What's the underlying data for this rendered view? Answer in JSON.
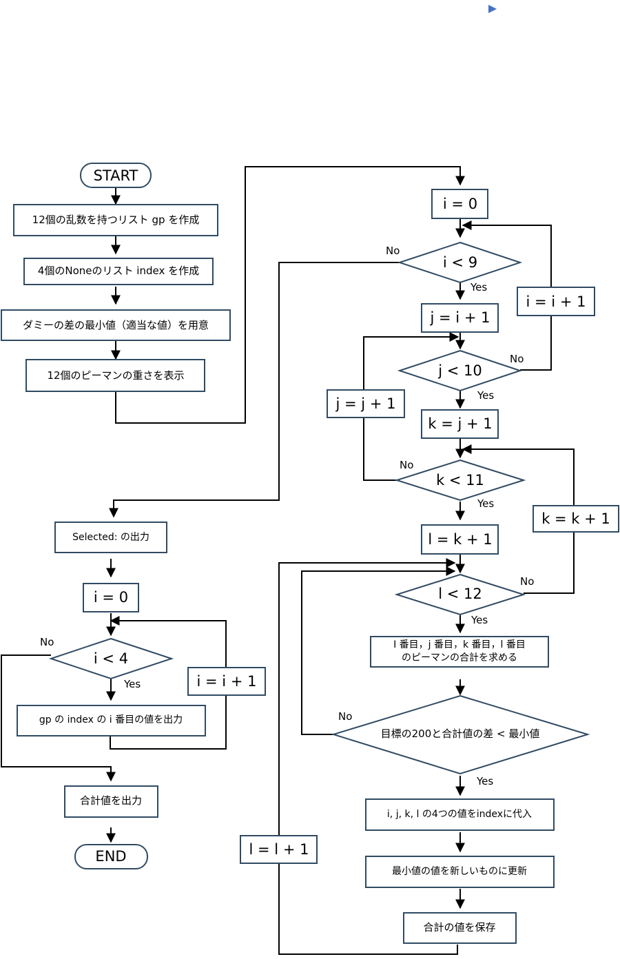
{
  "accent_color": "#4472c4",
  "box_border_color": "#2f4a62",
  "left": {
    "start": "START",
    "make_list": "12個の乱数を持つリスト gp を作成",
    "make_index": "4個のNoneのリスト index を作成",
    "dummy_min": "ダミーの差の最小値（適当な値）を用意",
    "show_weights": "12個のピーマンの重さを表示",
    "selected_out": "Selected: の出力",
    "i0": "i = 0",
    "cond_i4": "i < 4",
    "out_gp": "gp の index の i 番目の値を出力",
    "inc_i": "i = i + 1",
    "out_total": "合計値を出力",
    "end": "END"
  },
  "right": {
    "i0": "i = 0",
    "cond_i9": "i < 9",
    "j_init": "j = i + 1",
    "inc_i": "i = i + 1",
    "cond_j10": "j < 10",
    "inc_j": "j = j + 1",
    "k_init": "k = j + 1",
    "cond_k11": "k < 11",
    "inc_k": "k = k + 1",
    "l_init": "l = k + 1",
    "cond_l12": "l < 12",
    "sum_line1": "I 番目，j 番目，k 番目，l 番目",
    "sum_line2": "のピーマンの合計を求める",
    "cond_diff": "目標の200と合計値の差 < 最小値",
    "assign_index": "i, j, k, l の4つの値をindexに代入",
    "update_min": "最小値の値を新しいものに更新",
    "save_total": "合計の値を保存",
    "inc_l": "l = l + 1"
  },
  "labels": {
    "yes": "Yes",
    "no": "No"
  }
}
